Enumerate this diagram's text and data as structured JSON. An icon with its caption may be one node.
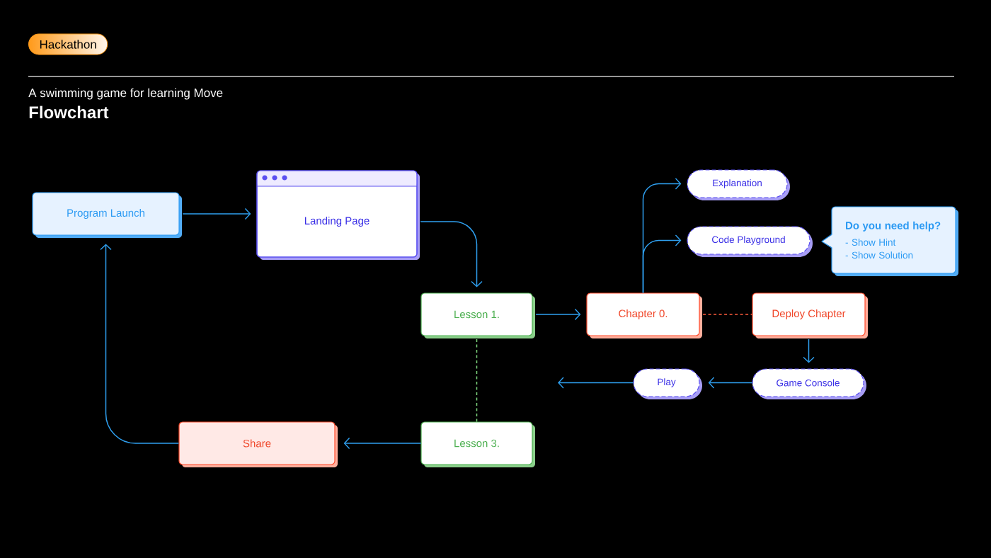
{
  "diagram": {
    "title": "Flowchart",
    "nodes": [
      {
        "text": [
          "Hackathon"
        ]
      },
      {
        "text": [
          "Program Launch"
        ]
      },
      {
        "text": [
          "Landing Page"
        ]
      },
      {
        "text": [
          "Lesson 1."
        ]
      },
      {
        "text": [
          "Chapter 0."
        ]
      },
      {
        "text": [
          "Explanation"
        ]
      },
      {
        "text": [
          "Code Playground"
        ]
      },
      {
        "text": [
          "Do you need help?",
          "- Show Hint",
          "- Show Solution"
        ]
      },
      {
        "text": [
          "Deploy Chapter"
        ]
      },
      {
        "text": [
          "Game Console"
        ]
      },
      {
        "text": [
          "Play"
        ]
      },
      {
        "text": [
          "Lesson 3."
        ]
      },
      {
        "text": [
          "Share"
        ]
      }
    ],
    "edges": [
      {
        "from": 1,
        "to": 2,
        "arrow": "to"
      },
      {
        "from": 2,
        "to": 3,
        "arrow": "to"
      },
      {
        "from": 3,
        "to": 4,
        "arrow": "to"
      },
      {
        "from": 4,
        "to": 5,
        "arrow": "to"
      },
      {
        "from": 4,
        "to": 6,
        "arrow": "to"
      },
      {
        "from": 4,
        "to": 8,
        "arrow": "none",
        "style": "dashed",
        "color": "#ff5c3d"
      },
      {
        "from": 8,
        "to": 9,
        "arrow": "to"
      },
      {
        "from": 9,
        "to": 10,
        "arrow": "to"
      },
      {
        "from": 10,
        "to": null,
        "arrow": "to"
      },
      {
        "from": 3,
        "to": 11,
        "arrow": "none",
        "style": "dashed",
        "color": "#7ed67e"
      },
      {
        "from": 11,
        "to": 12,
        "arrow": "to"
      },
      {
        "from": 12,
        "to": 1,
        "arrow": "to"
      }
    ],
    "labels": [
      "A swimming game for learning Move"
    ]
  }
}
